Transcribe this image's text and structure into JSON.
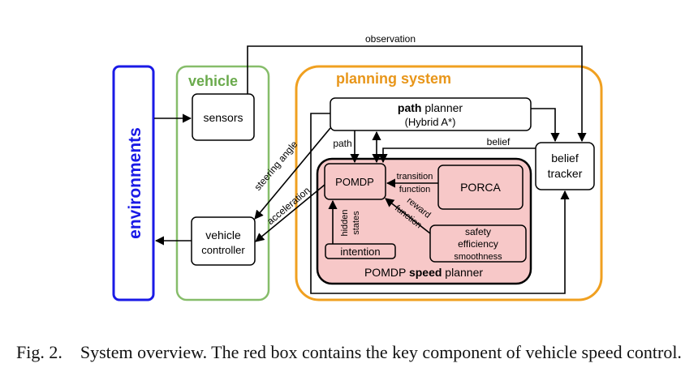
{
  "diagram": {
    "environments": "environments",
    "vehicle": {
      "title": "vehicle",
      "sensors": "sensors",
      "controller_line1": "vehicle",
      "controller_line2": "controller"
    },
    "planning_system": {
      "title": "planning system",
      "path_planner_bold": "path",
      "path_planner_rest": " planner",
      "path_planner_sub": "(Hybrid A*)",
      "belief_tracker_line1": "belief",
      "belief_tracker_line2": "tracker"
    },
    "speed_planner": {
      "label_prefix": "POMDP ",
      "label_bold": "speed",
      "label_suffix": " planner",
      "pomdp": "POMDP",
      "porca": "PORCA",
      "intention": "intention",
      "reward_items": [
        "safety",
        "efficiency",
        "smoothness"
      ]
    },
    "edge_labels": {
      "observation": "observation",
      "steering_angle": "steering angle",
      "acceleration": "acceleration",
      "path": "path",
      "belief": "belief",
      "transition_line1": "transition",
      "transition_line2": "function",
      "reward_line1": "reward",
      "reward_line2": "function",
      "hidden_line1": "hidden",
      "hidden_line2": "states"
    },
    "colors": {
      "environments": "#1a1ae6",
      "vehicle": "#6aaa4c",
      "planning_system": "#f0a020",
      "speed_planner_fill": "#f7c8c8"
    }
  },
  "caption": {
    "label": "Fig. 2.",
    "text": "System overview. The red box contains the key component of vehicle speed control."
  }
}
